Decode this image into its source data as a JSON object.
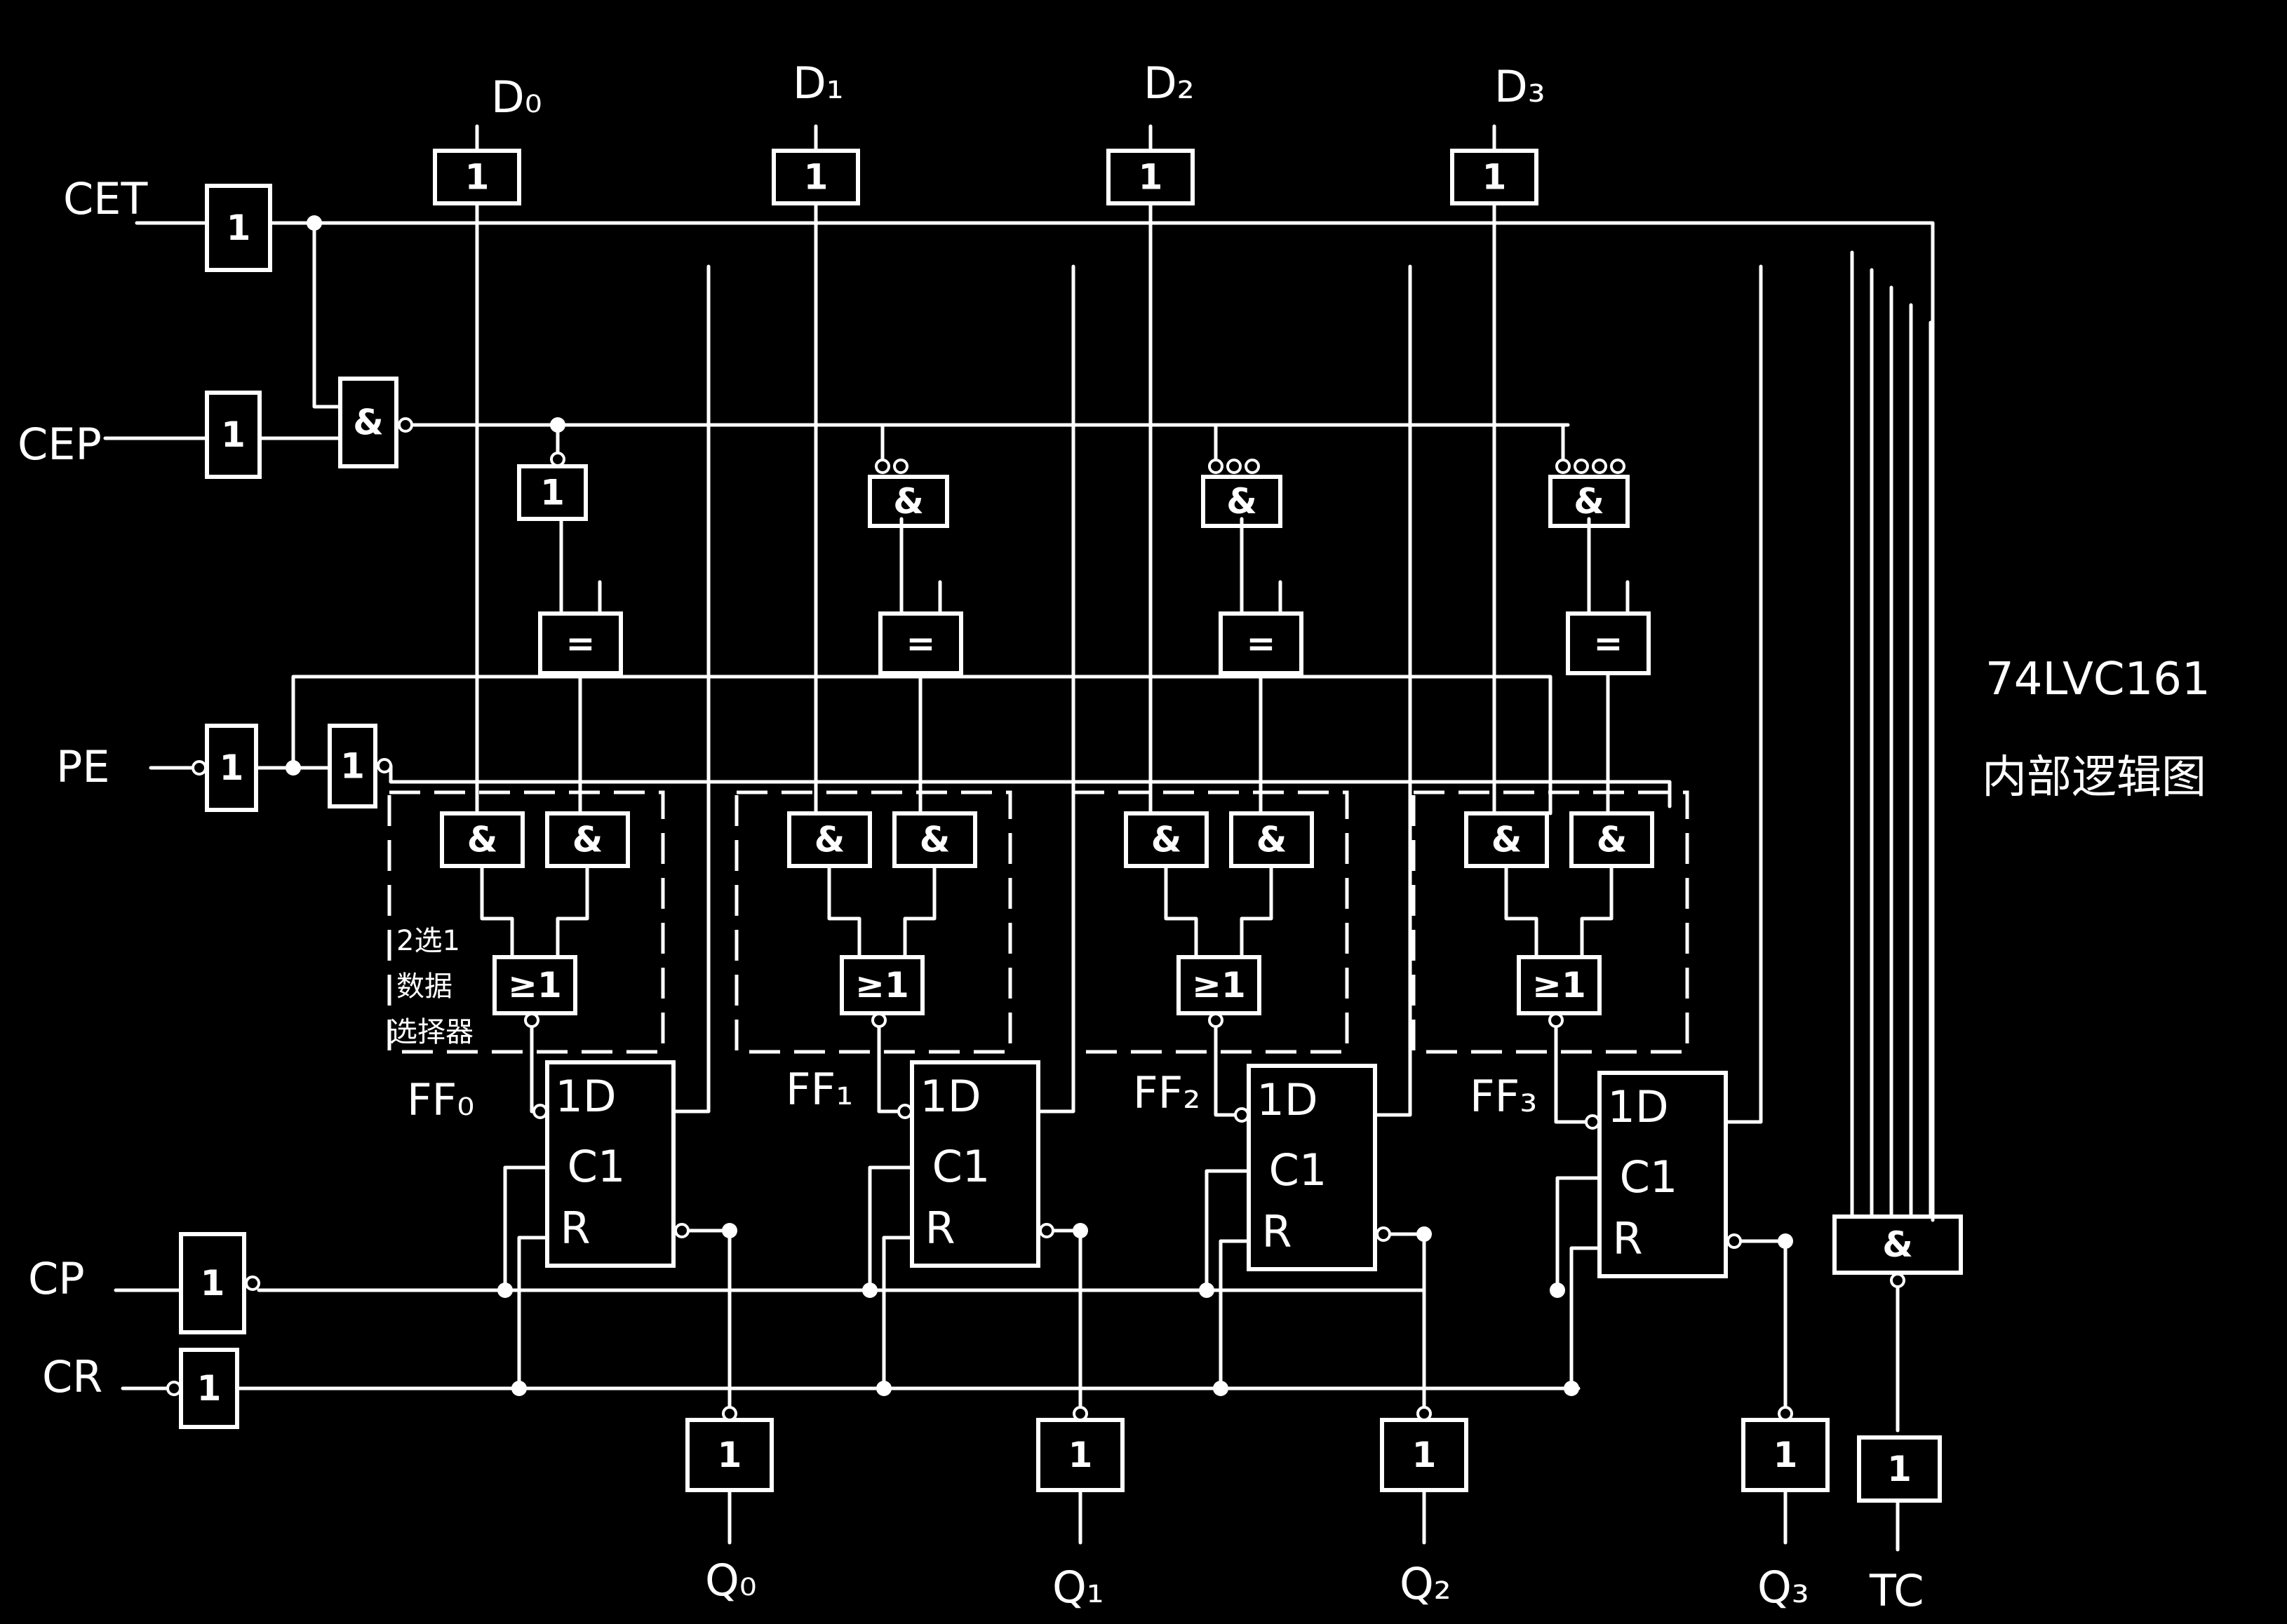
{
  "title": {
    "line1": "74LVC161",
    "line2": "内部逻辑图"
  },
  "inputs": {
    "cet": "CET",
    "cep": "CEP",
    "pe": "PE",
    "cp": "CP",
    "cr": "CR"
  },
  "data_inputs": [
    "D₀",
    "D₁",
    "D₂",
    "D₃"
  ],
  "outputs": [
    "Q₀",
    "Q₁",
    "Q₂",
    "Q₃",
    "TC"
  ],
  "flipflops": [
    "FF₀",
    "FF₁",
    "FF₂",
    "FF₃"
  ],
  "gate_symbols": {
    "buffer": "1",
    "and": "&",
    "or": "≥1",
    "xor": "=",
    "ff_d": "1D",
    "ff_c": "C1",
    "ff_r": "R"
  },
  "mux_label": [
    "2选1",
    "数据",
    "选择器"
  ]
}
